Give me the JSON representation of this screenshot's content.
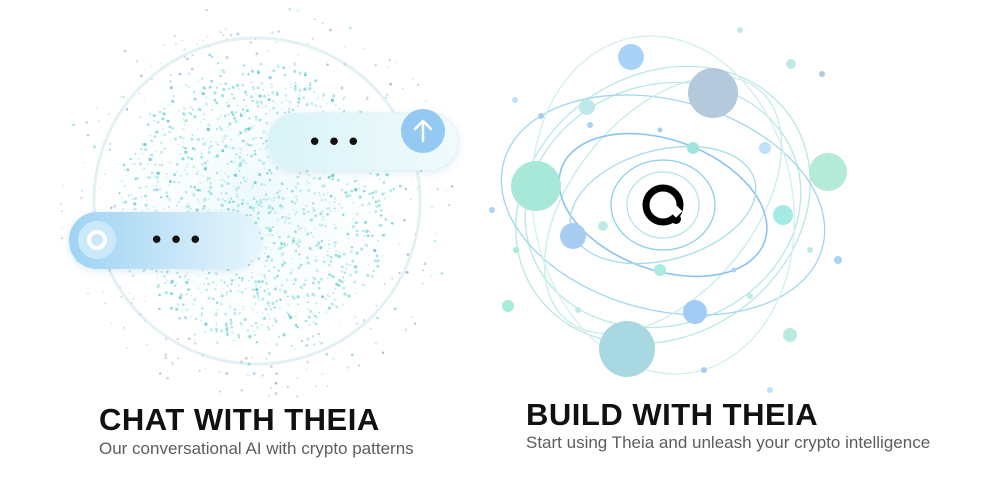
{
  "chat": {
    "title": "CHAT WITH THEIA",
    "subtitle": "Our conversational AI with crypto patterns",
    "incoming_bubble": "•••",
    "outgoing_bubble": "•••",
    "send_icon": "arrow-up-icon",
    "avatar_icon": "theia-logo-icon"
  },
  "build": {
    "title": "BUILD WITH THEIA",
    "subtitle": "Start using Theia and unleash your crypto intelligence",
    "center_icon": "theia-logo-icon"
  },
  "colors": {
    "accent_teal": "#7fd8d6",
    "accent_blue": "#8cc4f0",
    "text_dark": "#111111",
    "text_muted": "#5d5d5d"
  }
}
